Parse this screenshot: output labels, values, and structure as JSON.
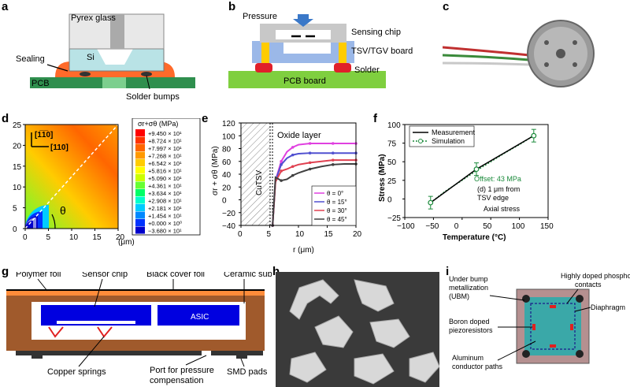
{
  "panels": {
    "a": {
      "letter": "a",
      "labels": {
        "pyrex": "Pyrex glass",
        "si": "Si",
        "sealing": "Sealing",
        "pcb": "PCB",
        "solder": "Solder bumps"
      }
    },
    "b": {
      "letter": "b",
      "labels": {
        "pressure": "Pressure",
        "sensing": "Sensing chip",
        "tsv": "TSV/TGV board",
        "solder": "Solder",
        "pcb": "PCB board"
      }
    },
    "c": {
      "letter": "c"
    },
    "d": {
      "letter": "d",
      "dir1": "[1̅1̅0]",
      "dir2": "[110]",
      "theta": "θ",
      "xunit": "(μm)",
      "legend_title": "σr+σθ (MPa)",
      "legend": [
        "+9.450 × 10¹",
        "+8.724 × 10¹",
        "+7.997 × 10¹",
        "+7.268 × 10¹",
        "+6.542 × 10¹",
        "+5.816 × 10¹",
        "+5.090 × 10¹",
        "+4.361 × 10¹",
        "+3.634 × 10¹",
        "+2.908 × 10¹",
        "+2.181 × 10¹",
        "+1.454 × 10¹",
        "+0.000 × 10⁰",
        "−3.680 × 10¹"
      ],
      "legend_colors": [
        "#ff0000",
        "#ff3300",
        "#ff6600",
        "#ff9900",
        "#ffcc00",
        "#ffff00",
        "#ccff00",
        "#66ff33",
        "#00ff66",
        "#00ffcc",
        "#00ccff",
        "#0088ff",
        "#0033ff",
        "#0000cc"
      ],
      "xticks": [
        "0",
        "5",
        "10",
        "15",
        "20"
      ],
      "yticks": [
        "0",
        "5",
        "10",
        "15",
        "20",
        "25"
      ]
    },
    "e": {
      "letter": "e",
      "oxide": "Oxide layer",
      "cutsv": "CuTSV",
      "ylabel": "σr + σθ (MPa)",
      "xlabel": "r (μm)",
      "xticks": [
        "0",
        "5",
        "10",
        "15",
        "20"
      ],
      "yticks": [
        "−40",
        "−20",
        "0",
        "20",
        "40",
        "60",
        "80",
        "100",
        "120"
      ],
      "legend": [
        "θ = 0°",
        "θ = 15°",
        "θ = 30°",
        "θ = 45°"
      ]
    },
    "f": {
      "letter": "f",
      "ylabel": "Stress (MPa)",
      "xlabel": "Temperature (°C)",
      "legend": [
        "Measurement",
        "Simulation"
      ],
      "offset": "Offset: 43 MPa",
      "note1": "(d) 1 μm from",
      "note2": "TSV edge",
      "note3": "Axial stress",
      "xticks": [
        "−100",
        "−50",
        "0",
        "50",
        "100",
        "150"
      ],
      "yticks": [
        "−25",
        "0",
        "25",
        "50",
        "75",
        "100"
      ]
    },
    "g": {
      "letter": "g",
      "labels": {
        "polymer": "Polymer foil",
        "sensor": "Sensor chip",
        "black": "Black cover foil",
        "ceramic": "Ceramic substrate",
        "asic": "ASIC",
        "copper": "Copper springs",
        "port1": "Port for pressure",
        "port2": "compensation",
        "smd": "SMD pads"
      }
    },
    "h": {
      "letter": "h"
    },
    "i": {
      "letter": "i",
      "labels": {
        "ubm1": "Under bump",
        "ubm2": "metallization",
        "ubm3": "(UBM)",
        "phos1": "Highly doped phosphor",
        "phos2": "contacts",
        "diaphragm": "Diaphragm",
        "boron1": "Boron doped",
        "boron2": "piezoresistors",
        "al1": "Aluminum",
        "al2": "conductor paths"
      }
    }
  },
  "chart_data": [
    {
      "type": "heatmap",
      "title": "",
      "xlabel": "(μm)",
      "ylabel": "",
      "xlim": [
        0,
        20
      ],
      "ylim": [
        0,
        25
      ]
    },
    {
      "type": "line",
      "xlabel": "r (μm)",
      "ylabel": "σr + σθ (MPa)",
      "xlim": [
        0,
        20
      ],
      "ylim": [
        -40,
        120
      ],
      "series": [
        {
          "name": "θ = 0°",
          "color": "#e040e0",
          "x": [
            5.5,
            6,
            7,
            8,
            9,
            10,
            12,
            14,
            16,
            18,
            20
          ],
          "y": [
            -40,
            30,
            60,
            75,
            82,
            86,
            88,
            88,
            88,
            88,
            88
          ]
        },
        {
          "name": "θ = 15°",
          "color": "#5050d0",
          "x": [
            5.5,
            6,
            7,
            8,
            9,
            10,
            12,
            14,
            16,
            18,
            20
          ],
          "y": [
            -40,
            30,
            55,
            65,
            70,
            72,
            73,
            73,
            73,
            73,
            73
          ]
        },
        {
          "name": "θ = 30°",
          "color": "#e04050",
          "x": [
            5.5,
            6,
            7,
            8,
            9,
            10,
            12,
            14,
            16,
            18,
            20
          ],
          "y": [
            -40,
            28,
            45,
            48,
            52,
            55,
            58,
            60,
            62,
            62,
            62
          ]
        },
        {
          "name": "θ = 45°",
          "color": "#404040",
          "x": [
            5.5,
            6,
            7,
            8,
            9,
            10,
            12,
            14,
            16,
            18,
            20
          ],
          "y": [
            -40,
            35,
            30,
            32,
            38,
            42,
            48,
            52,
            55,
            56,
            56
          ]
        }
      ]
    },
    {
      "type": "line",
      "xlabel": "Temperature (°C)",
      "ylabel": "Stress (MPa)",
      "xlim": [
        -100,
        150
      ],
      "ylim": [
        -25,
        100
      ],
      "series": [
        {
          "name": "Measurement",
          "x": [
            -55,
            25,
            125
          ],
          "y": [
            -5,
            40,
            85
          ]
        },
        {
          "name": "Simulation",
          "x": [
            -55,
            -30,
            0,
            25,
            50,
            75,
            100,
            125
          ],
          "y": [
            -5,
            10,
            25,
            38,
            50,
            62,
            73,
            85
          ]
        }
      ]
    }
  ]
}
